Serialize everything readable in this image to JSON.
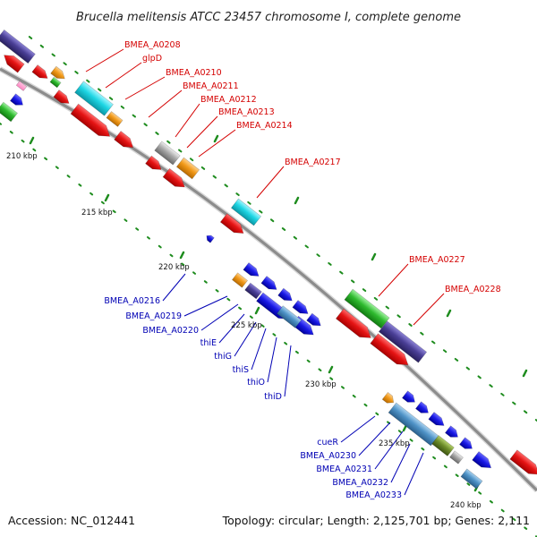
{
  "title": "Brucella melitensis ATCC 23457 chromosome I, complete genome",
  "footer": {
    "accession": "Accession: NC_012441",
    "summary": "Topology: circular; Length: 2,125,701 bp; Genes: 2,111"
  },
  "ticks": [
    "210 kbp",
    "215 kbp",
    "220 kbp",
    "225 kbp",
    "230 kbp",
    "235 kbp",
    "240 kbp"
  ],
  "labels_upper": [
    "BMEA_A0208",
    "glpD",
    "BMEA_A0210",
    "BMEA_A0211",
    "BMEA_A0212",
    "BMEA_A0213",
    "BMEA_A0214",
    "BMEA_A0217",
    "BMEA_A0227",
    "BMEA_A0228"
  ],
  "labels_lower": [
    "BMEA_A0216",
    "BMEA_A0219",
    "BMEA_A0220",
    "thiE",
    "thiG",
    "thiS",
    "thiO",
    "thiD",
    "cueR",
    "BMEA_A0230",
    "BMEA_A0231",
    "BMEA_A0232",
    "BMEA_A0233"
  ],
  "colors": {
    "backbone": "#8c8c8c",
    "upper_label": "#d40000",
    "lower_label": "#0000b4",
    "gene_red": "#e11010",
    "gene_blue": "#1a1ae0",
    "gene_cyan": "#1ed6e4",
    "gene_orange": "#f29a1a",
    "gene_green": "#2fba2f",
    "gene_purple": "#4a3f96",
    "gene_steel": "#4f93c7",
    "gene_olive": "#6e8e2a",
    "gene_gray": "#a8a8a8",
    "tick_green": "#1e8c1e"
  }
}
